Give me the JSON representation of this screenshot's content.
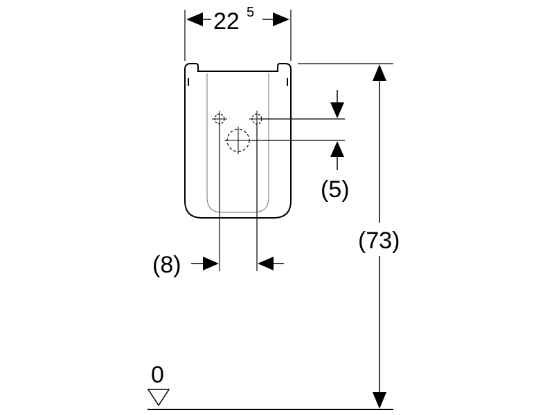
{
  "drawing": {
    "width_label_main": "22",
    "width_label_sup": "5",
    "hole_offset_label": "(5)",
    "total_height_label": "(73)",
    "hole_spacing_label": "(8)",
    "floor_label": "0"
  },
  "colors": {
    "line": "#000000",
    "background": "#ffffff"
  }
}
